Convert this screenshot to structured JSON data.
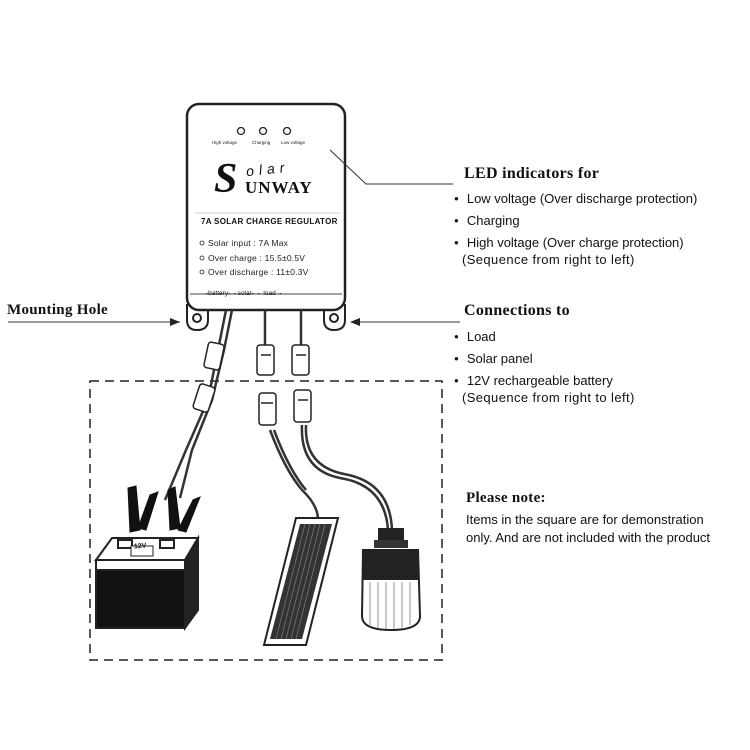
{
  "device": {
    "led_labels": [
      "High voltage",
      "Charging",
      "Low voltage"
    ],
    "brand_small": "olar",
    "brand_big": "unway",
    "model": "7A SOLAR CHARGE REGULATOR",
    "specs": [
      "Solar input : 7A Max",
      "Over charge : 15.5±0.5V",
      "Over discharge : 11±0.3V"
    ],
    "terminals": "-battery-  - solar-  -  load  -"
  },
  "led_section": {
    "heading": "LED indicators for",
    "items": [
      "Low voltage (Over discharge protection)",
      "Charging",
      "High voltage (Over charge protection)"
    ],
    "sequence": "(Sequence from right to left)"
  },
  "mounting": {
    "label": "Mounting Hole"
  },
  "connections": {
    "heading": "Connections to",
    "items": [
      "Load",
      "Solar panel",
      "12V rechargeable battery"
    ],
    "sequence": "(Sequence from right to left)"
  },
  "note": {
    "heading": "Please note:",
    "lines": [
      "Items in the square are for demonstration",
      "only. And are not included with the product"
    ]
  },
  "battery": {
    "label": "12V"
  }
}
